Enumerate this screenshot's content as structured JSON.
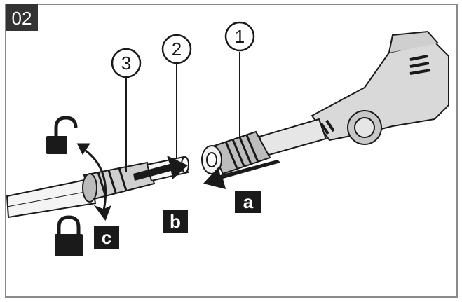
{
  "figure": {
    "step_number": "02",
    "callouts": [
      "1",
      "2",
      "3"
    ],
    "step_letters": [
      "a",
      "b",
      "c"
    ],
    "icons": [
      "lock-open-icon",
      "lock-closed-icon"
    ],
    "colors": {
      "frame": "#8a8a8a",
      "badge_bg": "#333333",
      "badge_text": "#ffffff",
      "line_art": "#1a1a1a",
      "tool_body": "#d9d9d9"
    }
  }
}
